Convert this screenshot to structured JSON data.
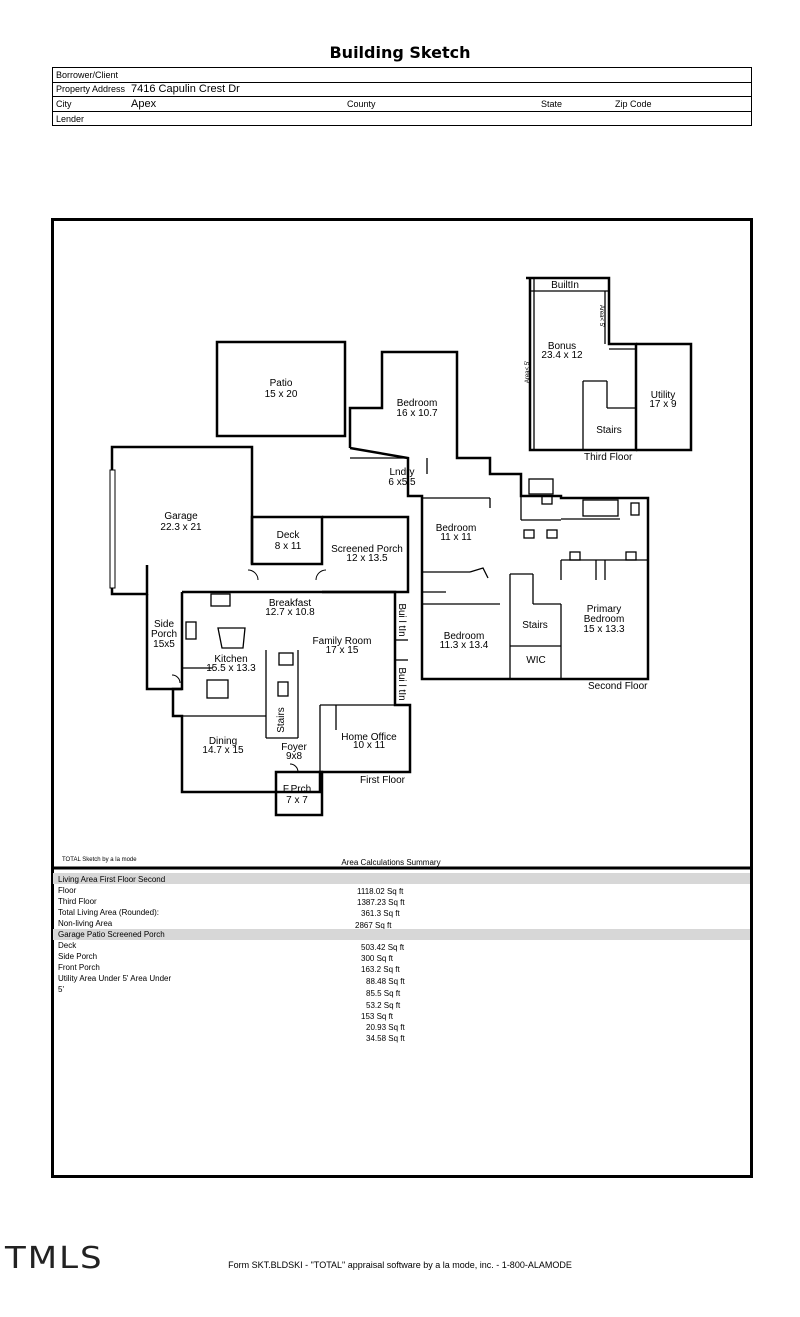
{
  "title": "Building Sketch",
  "header": {
    "borrower_label": "Borrower/Client",
    "property_label": "Property Address",
    "property_value": "7416 Capulin Crest Dr",
    "city_label": "City",
    "city_value": "Apex",
    "county_label": "County",
    "state_label": "State",
    "zip_label": "Zip Code",
    "lender_label": "Lender"
  },
  "rooms": {
    "patio": [
      "Patio",
      "15 x 20"
    ],
    "garage": [
      "Garage",
      "22.3 x 21"
    ],
    "deck": [
      "Deck",
      "8 x 11"
    ],
    "screened_porch": [
      "Screened Porch",
      "12 x 13.5"
    ],
    "breakfast": [
      "Breakfast",
      "12.7 x 10.8"
    ],
    "family_room": [
      "Family Room",
      "17 x 15"
    ],
    "side_porch": [
      "Side",
      "Porch",
      "15x5"
    ],
    "kitchen": [
      "Kitchen",
      "15.5 x 13.3"
    ],
    "dining": [
      "Dining",
      "14.7 x 15"
    ],
    "foyer": [
      "Foyer",
      "9x8"
    ],
    "home_office": [
      "Home Office",
      "10 x 11"
    ],
    "front_porch": [
      "F.Prch",
      "7 x 7"
    ],
    "bedroom_top": [
      "Bedroom",
      "16 x 10.7"
    ],
    "laundry": [
      "Lndry",
      "6 x5.5"
    ],
    "bedroom_mid": [
      "Bedroom",
      "11 x 11"
    ],
    "bedroom_low": [
      "Bedroom",
      "11.3 x 13.4"
    ],
    "stairs_2": "Stairs",
    "wic": "WIC",
    "primary_bedroom": [
      "Primary",
      "Bedroom",
      "15 x 13.3"
    ],
    "bonus": [
      "Bonus",
      "23.4 x 12"
    ],
    "built_in": "BuiltIn",
    "utility": [
      "Utility",
      "17 x 9"
    ],
    "stairs_3": "Stairs",
    "stairs_1": "Stairs",
    "builtin_a": "Bui l tIn",
    "builtin_b": "Bui l tIn",
    "area_under_a": "Area< 5'",
    "area_under_b": "Area< 5'"
  },
  "floor_labels": {
    "first": "First Floor",
    "second": "Second Floor",
    "third": "Third Floor"
  },
  "sketch_credit": "TOTAL Sketch by a la mode",
  "summary_title": "Area Calculations Summary",
  "living_area": {
    "header": "Living  Area  First  Floor  Second",
    "labels": [
      "Floor",
      "Third Floor",
      "Total Living Area (Rounded):",
      "Non-living Area"
    ],
    "values": [
      "1118.02 Sq ft",
      "1387.23 Sq ft",
      "361.3 Sq ft",
      "2867 Sq ft"
    ]
  },
  "non_living": {
    "header": "Garage Patio Screened Porch",
    "labels": [
      "Deck",
      "Side Porch",
      "Front Porch",
      "Utility Area Under 5' Area Under",
      "5'"
    ],
    "values": [
      "503.42 Sq ft",
      "300 Sq ft",
      "163.2 Sq ft",
      "88.48 Sq ft",
      "85.5 Sq ft",
      "53.2 Sq ft",
      "153 Sq ft",
      "20.93 Sq ft",
      "34.58 Sq ft"
    ]
  },
  "logo_text": "TMLS",
  "footer": "Form SKT.BLDSKI - \"TOTAL\" appraisal software by a la mode, inc. - 1-800-ALAMODE"
}
